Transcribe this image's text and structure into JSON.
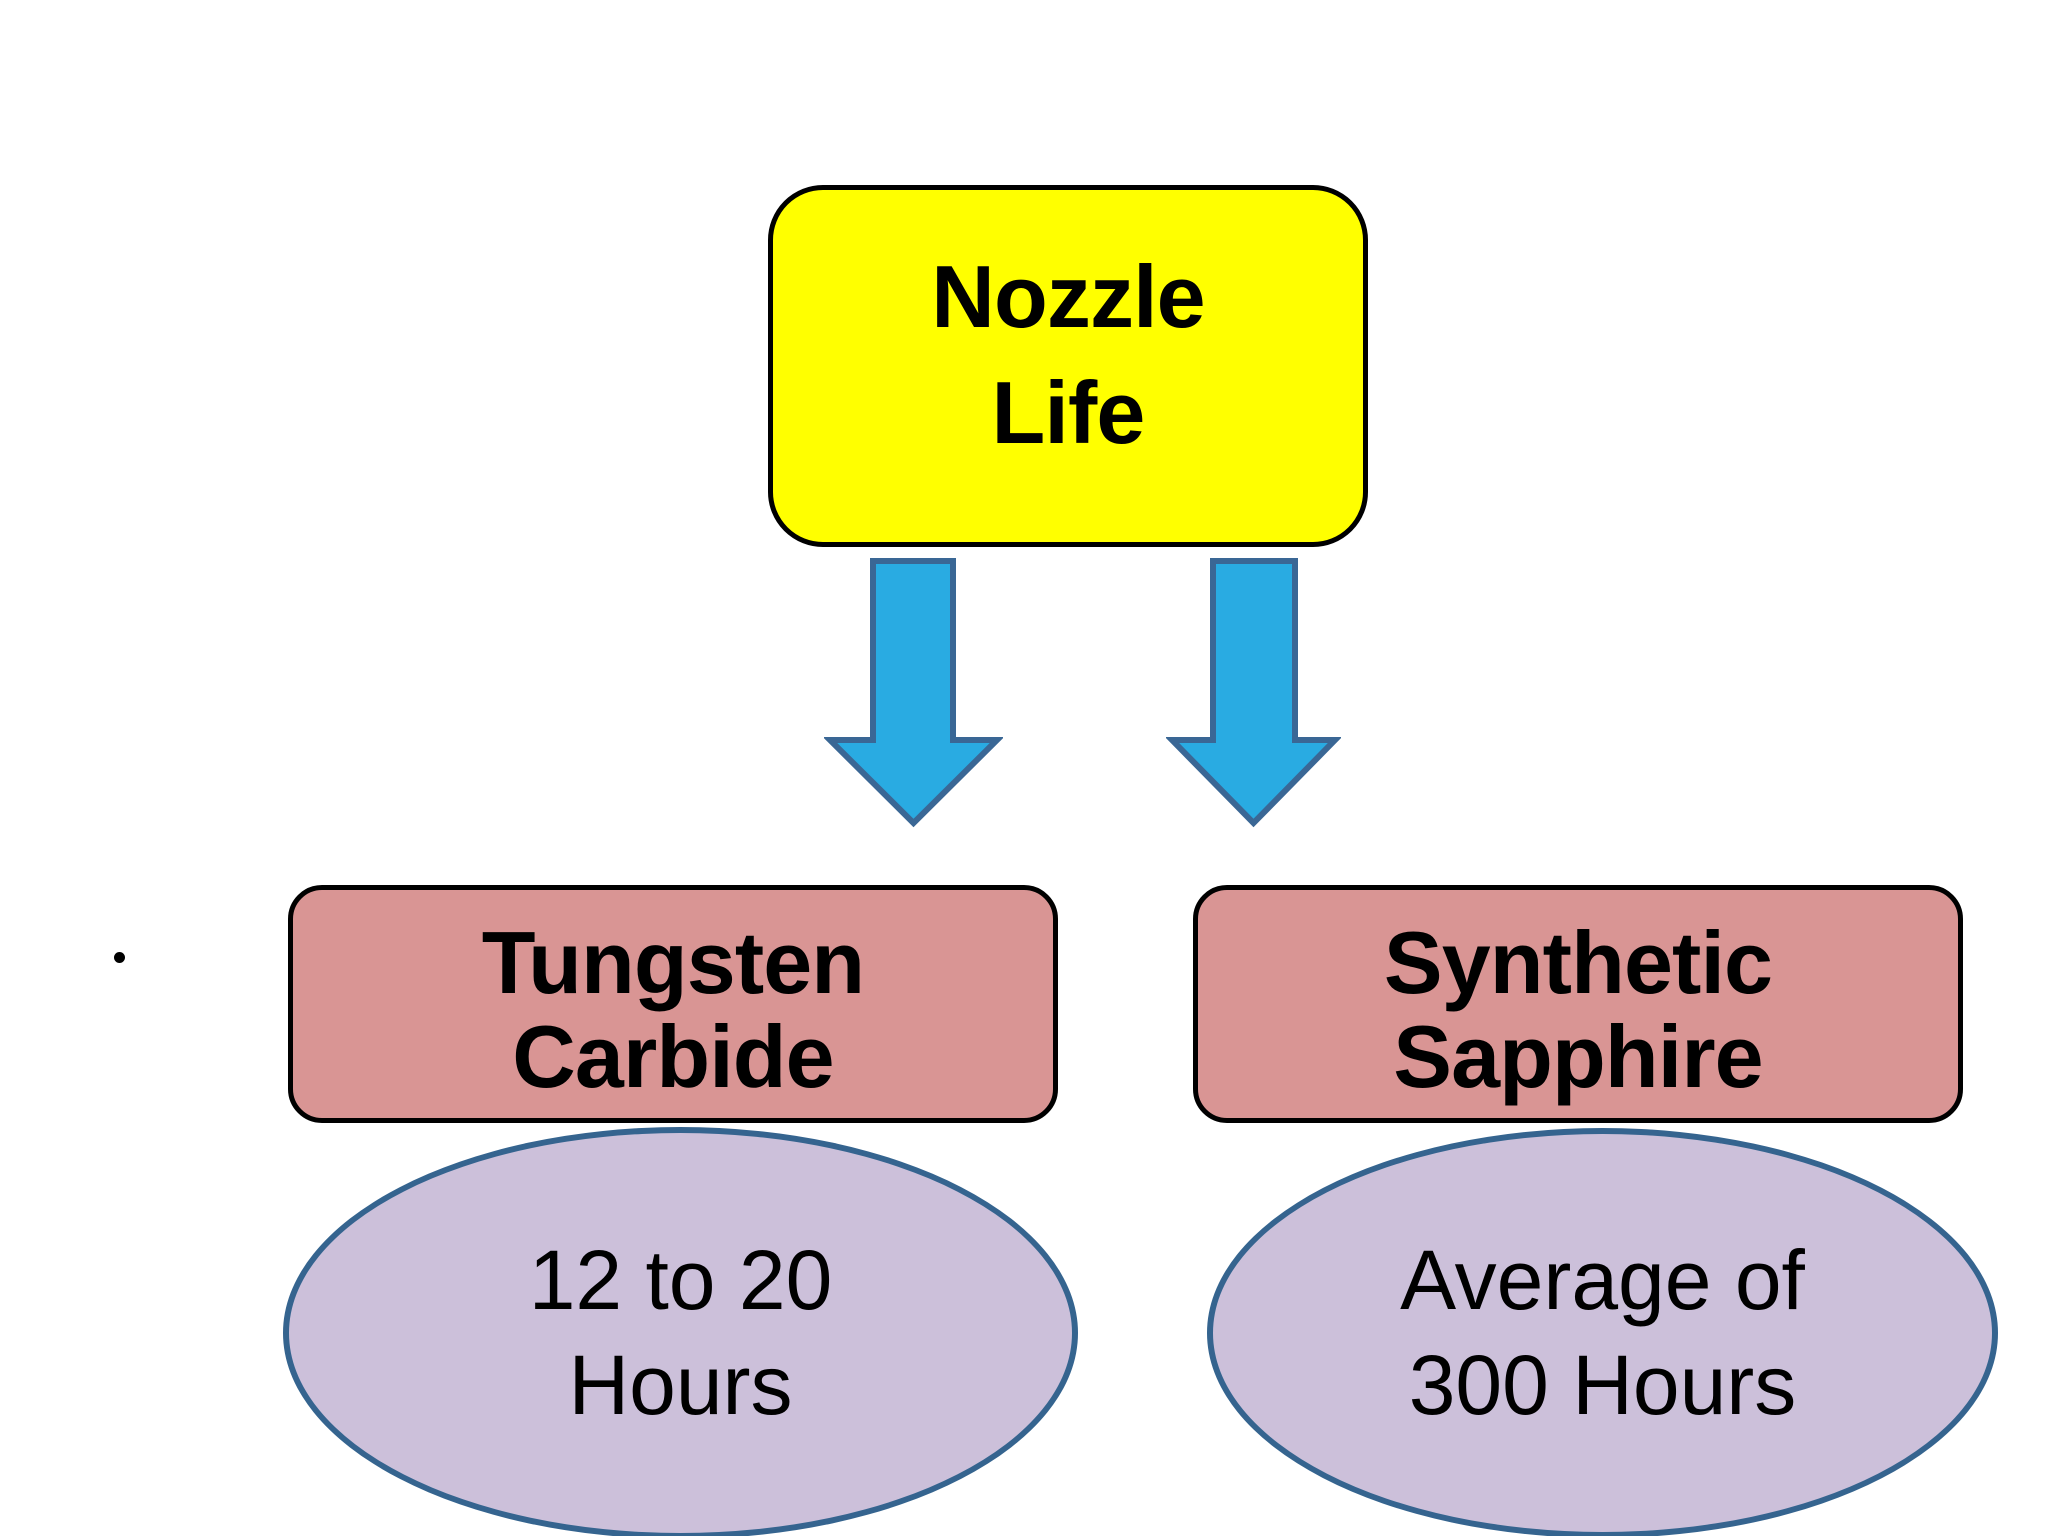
{
  "slide": {
    "colors": {
      "background": "#FFFFFF",
      "text": "#000000",
      "yellow_fill": "#FFFF00",
      "pink_fill": "#D99594",
      "lavender_fill": "#CCC0DA",
      "shape_border_black": "#000000",
      "steel_border": "#35648F",
      "arrow_fill": "#29ABE2",
      "arrow_border": "#3A6795"
    },
    "nodes": {
      "root": {
        "lines": [
          "Nozzle",
          "Life"
        ]
      },
      "left_branch": {
        "lines": [
          "Tungsten",
          "Carbide"
        ]
      },
      "right_branch": {
        "lines": [
          "Synthetic",
          "Sapphire"
        ]
      },
      "left_result": {
        "lines": [
          "12 to 20",
          "Hours"
        ]
      },
      "right_result": {
        "lines": [
          "Average of",
          "300 Hours"
        ]
      }
    },
    "stray_bullet": "•"
  }
}
